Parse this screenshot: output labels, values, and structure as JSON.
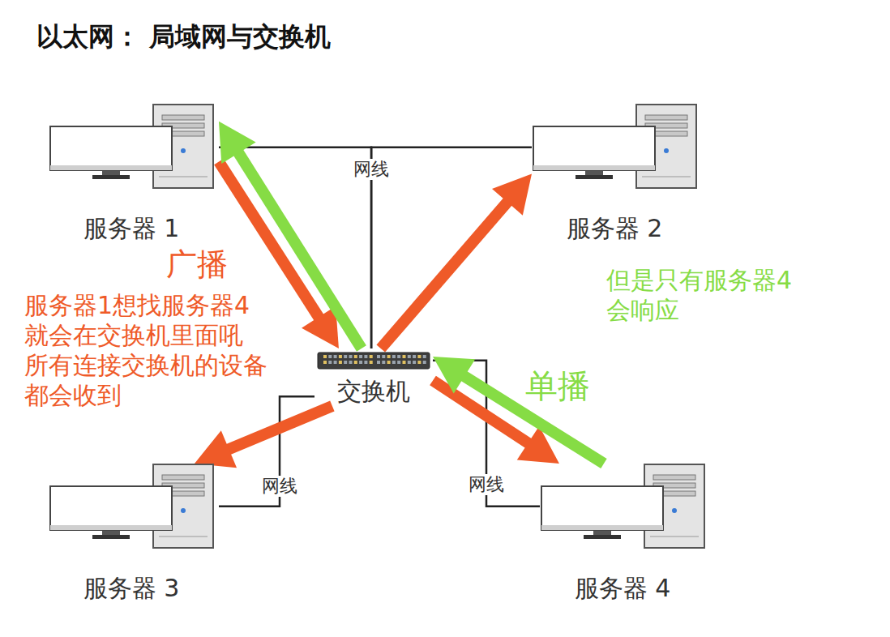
{
  "diagram": {
    "title": "以太网： 局域网与交换机",
    "nodes": [
      {
        "text": [
          "服务器 1"
        ]
      },
      {
        "text": [
          "服务器 2"
        ]
      },
      {
        "text": [
          "交换机"
        ]
      },
      {
        "text": [
          "服务器 3"
        ]
      },
      {
        "text": [
          "服务器 4"
        ]
      }
    ],
    "edges": [
      {
        "from": 0,
        "to": 2,
        "arrow": "none",
        "label": "网线"
      },
      {
        "from": 1,
        "to": 2,
        "arrow": "none"
      },
      {
        "from": 3,
        "to": 2,
        "arrow": "none",
        "label": "网线"
      },
      {
        "from": 4,
        "to": 2,
        "arrow": "none",
        "label": "网线"
      },
      {
        "from": 0,
        "to": 2,
        "arrow": "to"
      },
      {
        "from": 2,
        "to": 1,
        "arrow": "to"
      },
      {
        "from": 2,
        "to": 3,
        "arrow": "to"
      },
      {
        "from": 2,
        "to": 4,
        "arrow": "to"
      },
      {
        "from": 4,
        "to": 2,
        "arrow": "to"
      },
      {
        "from": 2,
        "to": 0,
        "arrow": "to"
      }
    ],
    "labels": [
      "广播",
      "服务器1想找服务器4 就会在交换机里面吼 所有连接交换机的设备 都会收到",
      "但是只有服务器4 会响应",
      "单播"
    ]
  }
}
